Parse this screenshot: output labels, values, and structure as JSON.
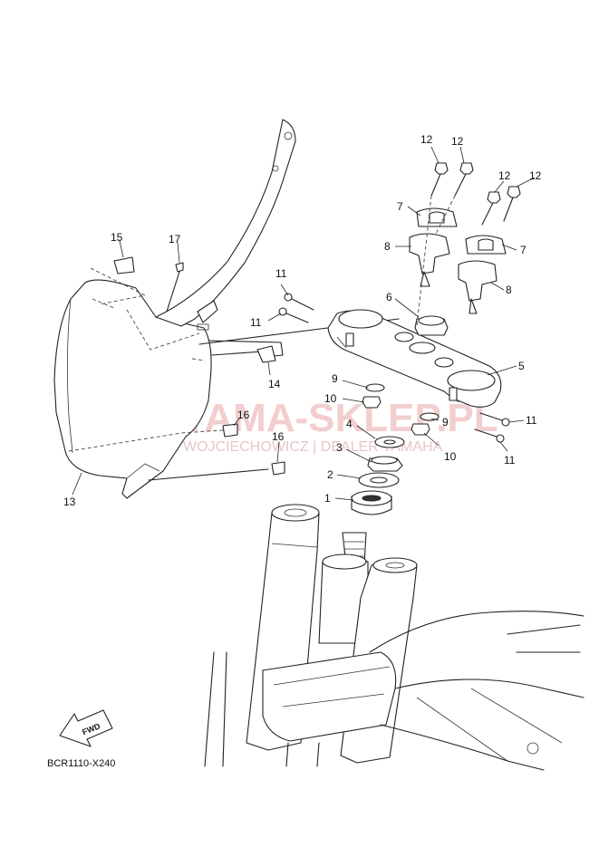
{
  "diagram": {
    "callouts": [
      {
        "id": "c1",
        "text": "1"
      },
      {
        "id": "c2",
        "text": "2"
      },
      {
        "id": "c3",
        "text": "3"
      },
      {
        "id": "c4",
        "text": "4"
      },
      {
        "id": "c5",
        "text": "5"
      },
      {
        "id": "c6",
        "text": "6"
      },
      {
        "id": "c7a",
        "text": "7"
      },
      {
        "id": "c7b",
        "text": "7"
      },
      {
        "id": "c8a",
        "text": "8"
      },
      {
        "id": "c8b",
        "text": "8"
      },
      {
        "id": "c9a",
        "text": "9"
      },
      {
        "id": "c9b",
        "text": "9"
      },
      {
        "id": "c10a",
        "text": "10"
      },
      {
        "id": "c10b",
        "text": "10"
      },
      {
        "id": "c11a",
        "text": "11"
      },
      {
        "id": "c11b",
        "text": "11"
      },
      {
        "id": "c11c",
        "text": "11"
      },
      {
        "id": "c11d",
        "text": "11"
      },
      {
        "id": "c12a",
        "text": "12"
      },
      {
        "id": "c12b",
        "text": "12"
      },
      {
        "id": "c12c",
        "text": "12"
      },
      {
        "id": "c12d",
        "text": "12"
      },
      {
        "id": "c13",
        "text": "13"
      },
      {
        "id": "c14",
        "text": "14"
      },
      {
        "id": "c15",
        "text": "15"
      },
      {
        "id": "c16a",
        "text": "16"
      },
      {
        "id": "c16b",
        "text": "16"
      },
      {
        "id": "c17",
        "text": "17"
      }
    ],
    "fwd_label": "FWD",
    "figure_code": "BCR1110-X240"
  },
  "watermark": {
    "main": "YAMA-SKLEP.PL",
    "sub": "WOJCIECHOWICZ | DEALER YAMAHA",
    "color": "#e39a9a"
  }
}
